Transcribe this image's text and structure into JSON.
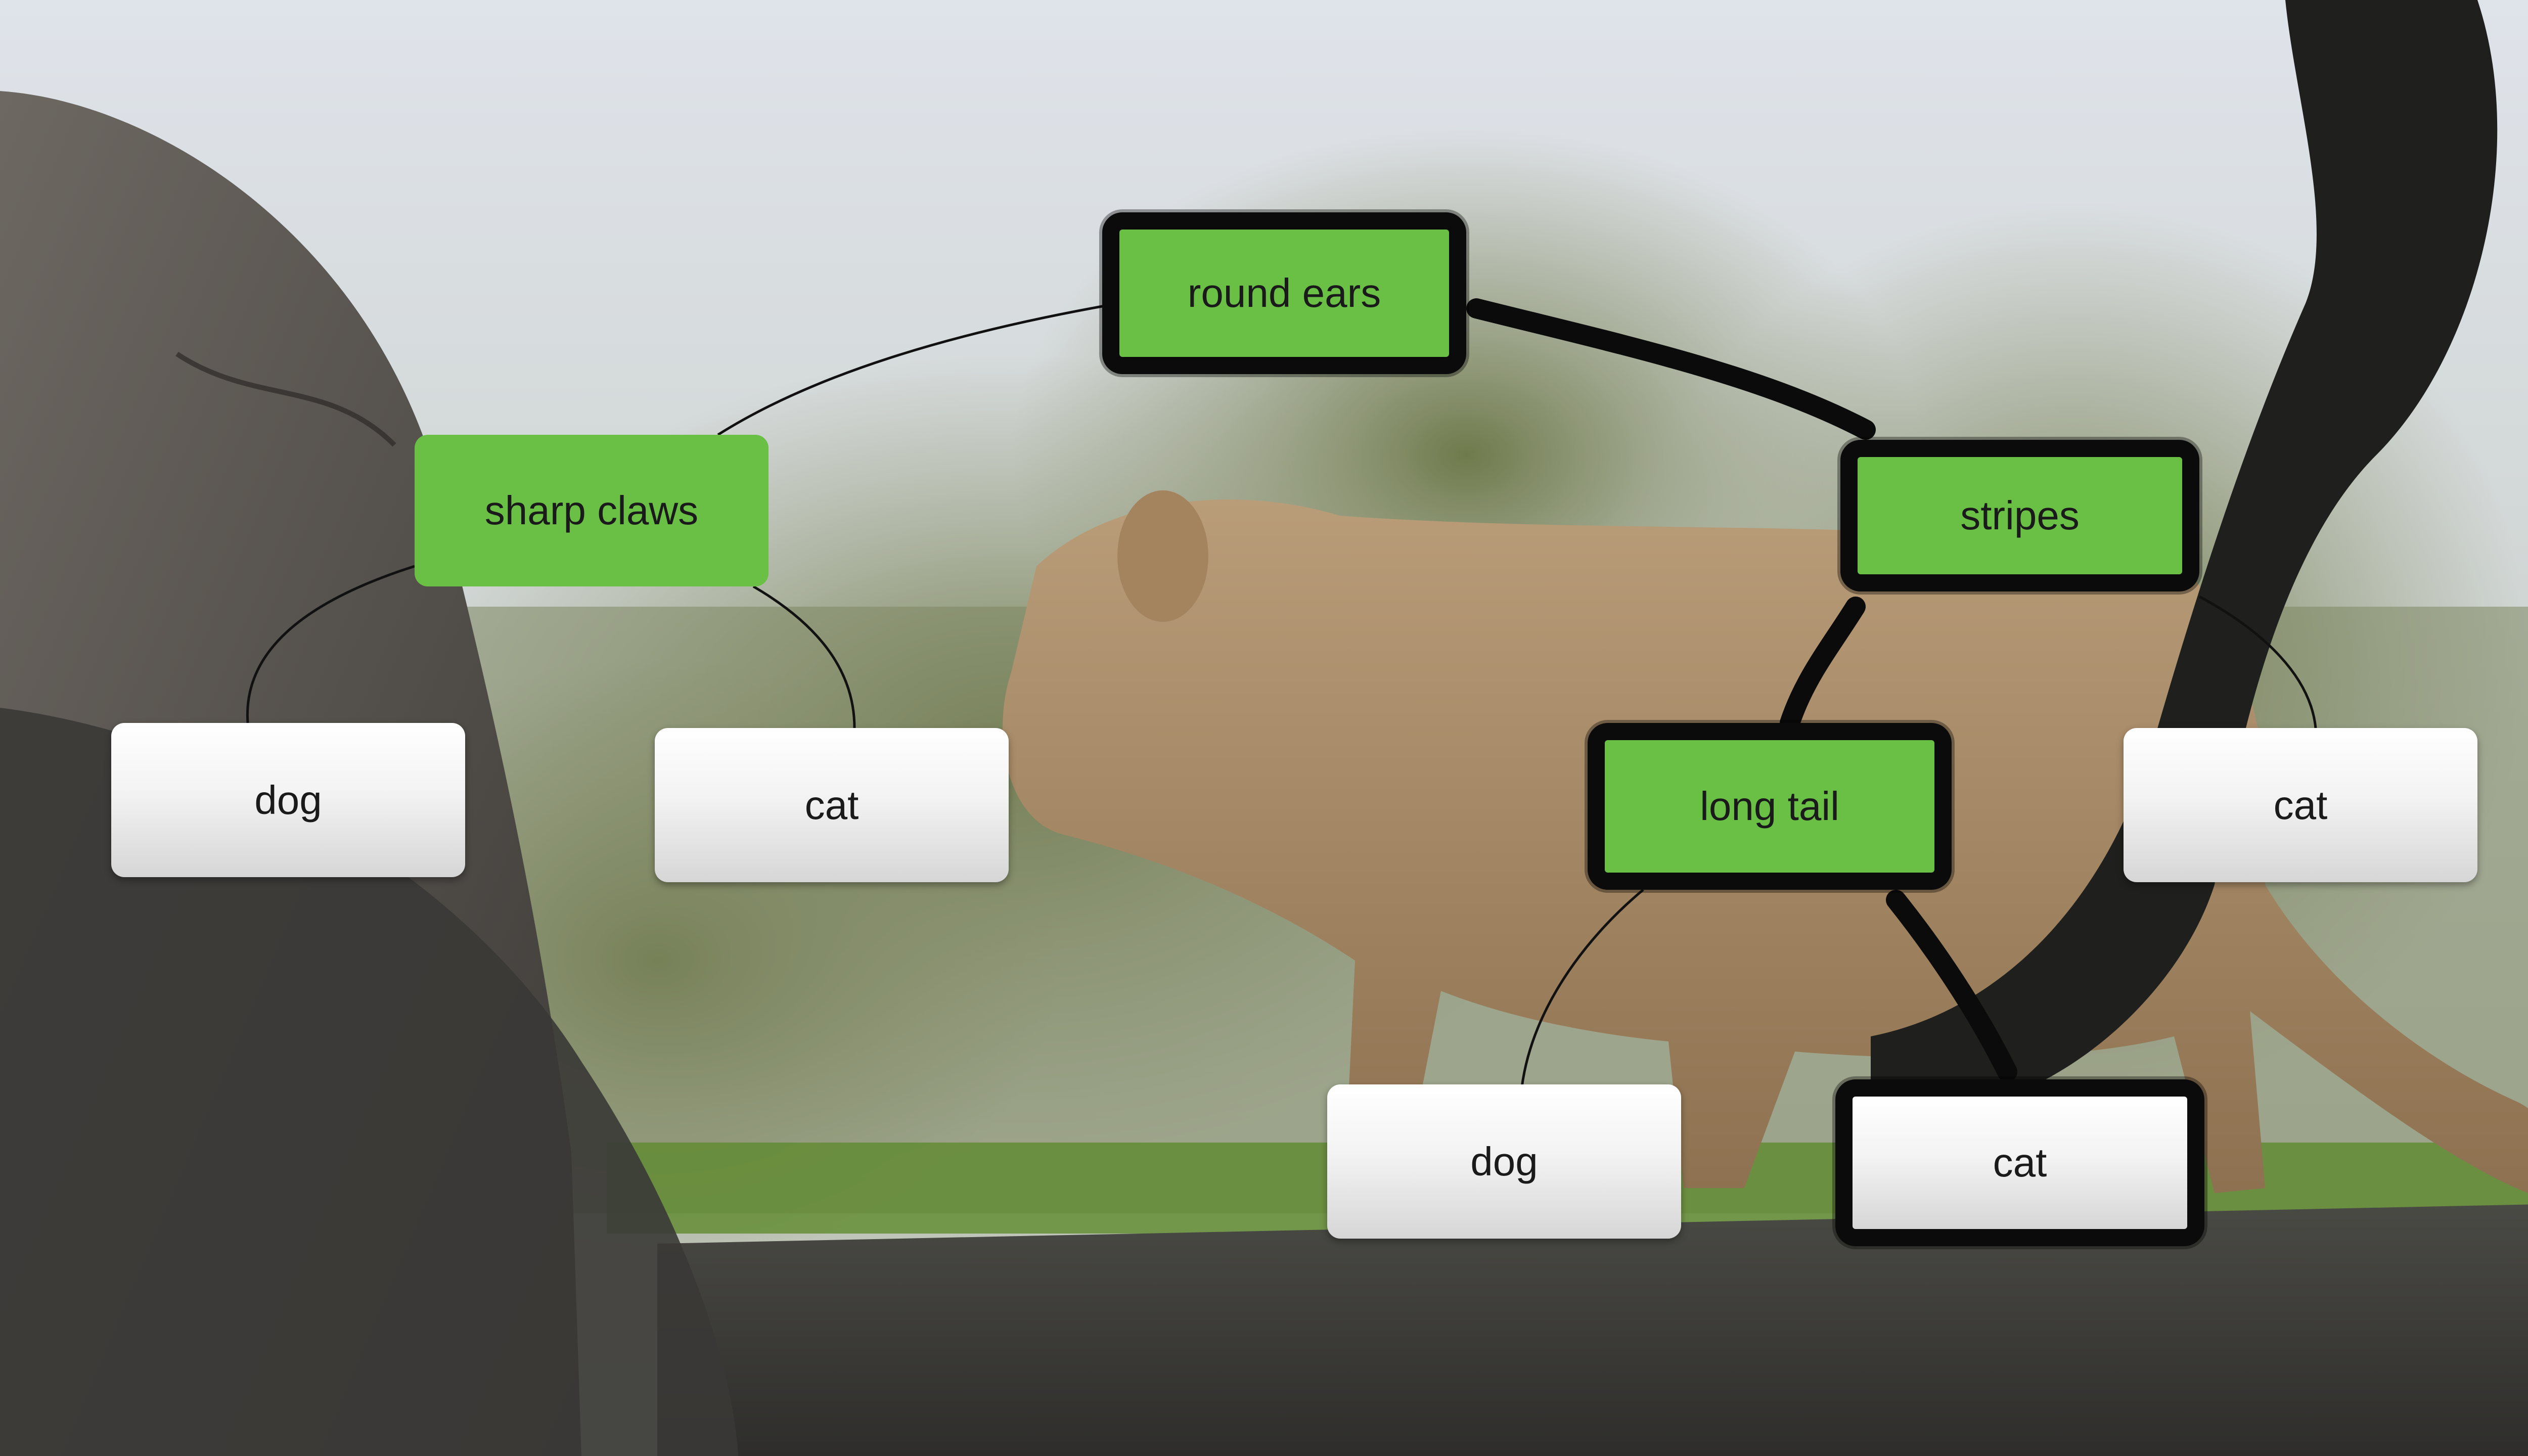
{
  "colors": {
    "decision_fill": "#6abf45",
    "leaf_fill": "#f2f2f2",
    "highlight_outline": "#0b0b0b",
    "edge": "#111111"
  },
  "tree": {
    "root": {
      "label": "round ears",
      "highlighted": true,
      "left": {
        "label": "sharp claws",
        "highlighted": false,
        "left": {
          "label": "dog",
          "highlighted": false
        },
        "right": {
          "label": "cat",
          "highlighted": false
        }
      },
      "right": {
        "label": "stripes",
        "highlighted": true,
        "left": {
          "label": "long tail",
          "highlighted": true,
          "left": {
            "label": "dog",
            "highlighted": false
          },
          "right": {
            "label": "cat",
            "highlighted": true
          }
        },
        "right": {
          "label": "cat",
          "highlighted": false
        }
      }
    }
  },
  "background": {
    "description_icon": "lioness-photo"
  }
}
